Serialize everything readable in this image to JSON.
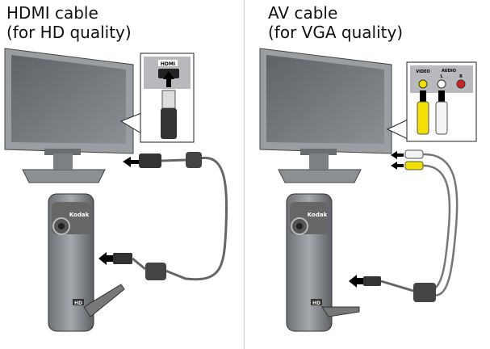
{
  "panels": [
    {
      "title_line1": "HDMI cable",
      "title_line2": "(for HD quality)",
      "port_label": "HDMI",
      "camera_brand": "Kodak",
      "camera_badge": "HD"
    },
    {
      "title_line1": "AV cable",
      "title_line2": "(for VGA quality)",
      "port_labels": {
        "video": "VIDEO",
        "audio": "AUDIO",
        "left": "L",
        "right": "R"
      },
      "camera_brand": "Kodak",
      "camera_badge": "HD"
    }
  ],
  "colors": {
    "video_plug": "#f2e100",
    "audio_left": "#ffffff",
    "audio_right": "#d42020",
    "tv_body": "#8a8d90",
    "screen": "#6e7276"
  }
}
